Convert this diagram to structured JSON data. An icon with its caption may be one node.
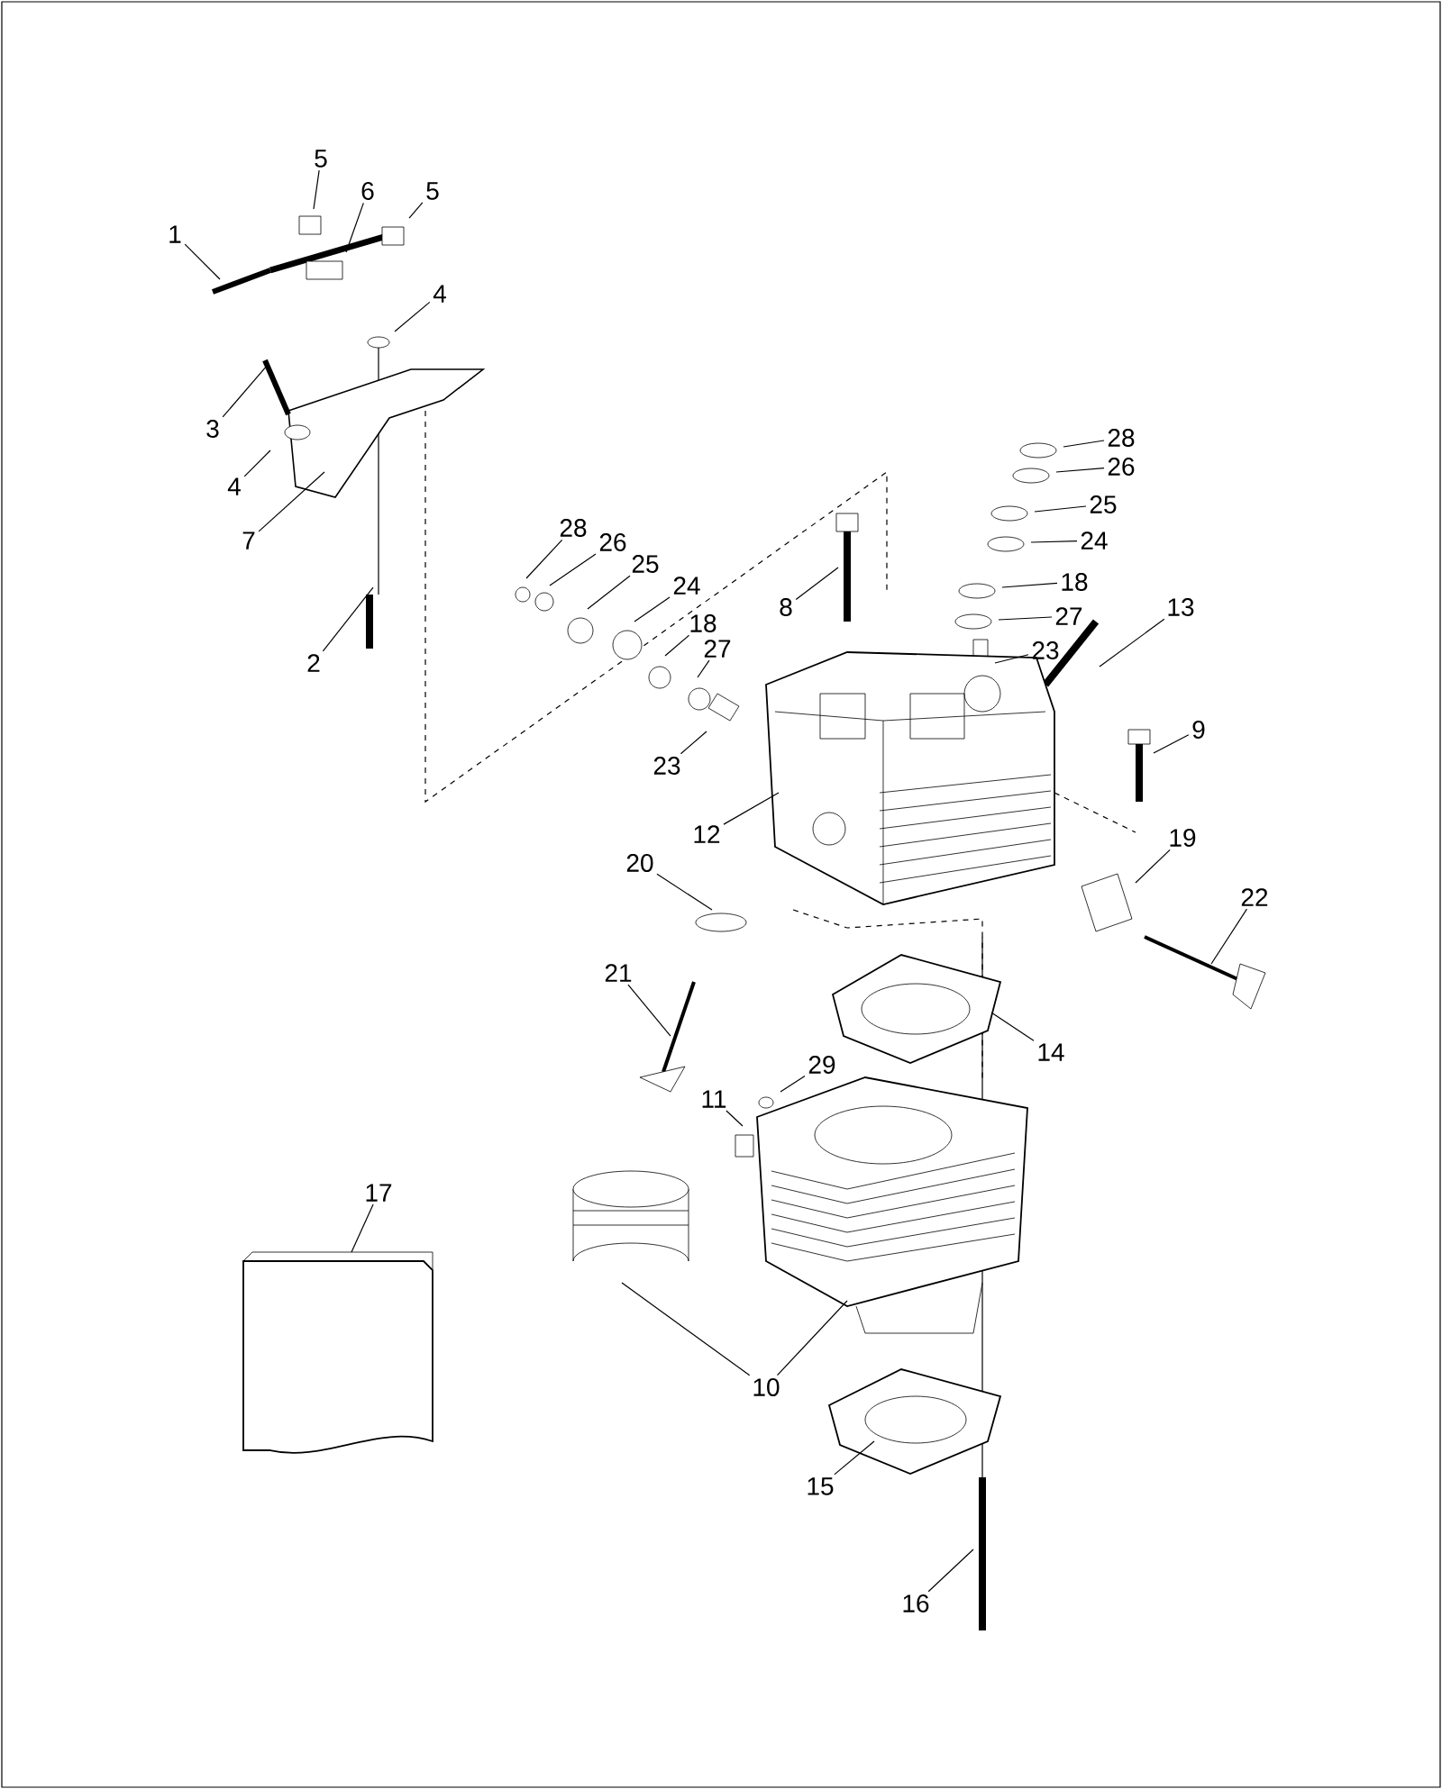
{
  "diagram": {
    "nodes": [
      {
        "text": [
          "1"
        ]
      },
      {
        "text": [
          "5"
        ]
      },
      {
        "text": [
          "6"
        ]
      },
      {
        "text": [
          "5"
        ]
      },
      {
        "text": [
          "4"
        ]
      },
      {
        "text": [
          "3"
        ]
      },
      {
        "text": [
          "4"
        ]
      },
      {
        "text": [
          "7"
        ]
      },
      {
        "text": [
          "2"
        ]
      },
      {
        "text": [
          "28"
        ]
      },
      {
        "text": [
          "26"
        ]
      },
      {
        "text": [
          "25"
        ]
      },
      {
        "text": [
          "24"
        ]
      },
      {
        "text": [
          "18"
        ]
      },
      {
        "text": [
          "27"
        ]
      },
      {
        "text": [
          "8"
        ]
      },
      {
        "text": [
          "23"
        ]
      },
      {
        "text": [
          "12"
        ]
      },
      {
        "text": [
          "28"
        ]
      },
      {
        "text": [
          "26"
        ]
      },
      {
        "text": [
          "25"
        ]
      },
      {
        "text": [
          "24"
        ]
      },
      {
        "text": [
          "18"
        ]
      },
      {
        "text": [
          "27"
        ]
      },
      {
        "text": [
          "23"
        ]
      },
      {
        "text": [
          "13"
        ]
      },
      {
        "text": [
          "9"
        ]
      },
      {
        "text": [
          "19"
        ]
      },
      {
        "text": [
          "20"
        ]
      },
      {
        "text": [
          "22"
        ]
      },
      {
        "text": [
          "21"
        ]
      },
      {
        "text": [
          "14"
        ]
      },
      {
        "text": [
          "29"
        ]
      },
      {
        "text": [
          "11"
        ]
      },
      {
        "text": [
          "17"
        ]
      },
      {
        "text": [
          "10"
        ]
      },
      {
        "text": [
          "15"
        ]
      },
      {
        "text": [
          "16"
        ]
      }
    ],
    "edges": [
      {
        "from": 0,
        "to": null,
        "arrow": "none"
      },
      {
        "from": 1,
        "to": null,
        "arrow": "none"
      },
      {
        "from": 2,
        "to": null,
        "arrow": "none"
      },
      {
        "from": 3,
        "to": null,
        "arrow": "none"
      },
      {
        "from": 4,
        "to": null,
        "arrow": "none"
      },
      {
        "from": 5,
        "to": null,
        "arrow": "none"
      },
      {
        "from": 6,
        "to": null,
        "arrow": "none"
      },
      {
        "from": 7,
        "to": null,
        "arrow": "none"
      },
      {
        "from": 8,
        "to": null,
        "arrow": "none"
      },
      {
        "from": 9,
        "to": null,
        "arrow": "none"
      },
      {
        "from": 10,
        "to": null,
        "arrow": "none"
      },
      {
        "from": 11,
        "to": null,
        "arrow": "none"
      },
      {
        "from": 12,
        "to": null,
        "arrow": "none"
      },
      {
        "from": 13,
        "to": null,
        "arrow": "none"
      },
      {
        "from": 14,
        "to": null,
        "arrow": "none"
      },
      {
        "from": 15,
        "to": null,
        "arrow": "none"
      },
      {
        "from": 16,
        "to": null,
        "arrow": "none"
      },
      {
        "from": 17,
        "to": null,
        "arrow": "none"
      },
      {
        "from": 18,
        "to": null,
        "arrow": "none"
      },
      {
        "from": 19,
        "to": null,
        "arrow": "none"
      },
      {
        "from": 20,
        "to": null,
        "arrow": "none"
      },
      {
        "from": 21,
        "to": null,
        "arrow": "none"
      },
      {
        "from": 22,
        "to": null,
        "arrow": "none"
      },
      {
        "from": 23,
        "to": null,
        "arrow": "none"
      },
      {
        "from": 24,
        "to": null,
        "arrow": "none"
      },
      {
        "from": 25,
        "to": null,
        "arrow": "none"
      },
      {
        "from": 26,
        "to": null,
        "arrow": "none"
      },
      {
        "from": 27,
        "to": null,
        "arrow": "none"
      },
      {
        "from": 28,
        "to": null,
        "arrow": "none"
      },
      {
        "from": 29,
        "to": null,
        "arrow": "none"
      },
      {
        "from": 30,
        "to": null,
        "arrow": "none"
      },
      {
        "from": 31,
        "to": null,
        "arrow": "none"
      },
      {
        "from": 32,
        "to": null,
        "arrow": "none"
      },
      {
        "from": 33,
        "to": null,
        "arrow": "none"
      },
      {
        "from": 34,
        "to": null,
        "arrow": "none"
      },
      {
        "from": 35,
        "to": null,
        "arrow": "none"
      },
      {
        "from": 35,
        "to": null,
        "arrow": "none"
      },
      {
        "from": 36,
        "to": null,
        "arrow": "none"
      },
      {
        "from": 37,
        "to": null,
        "arrow": "none"
      }
    ]
  }
}
